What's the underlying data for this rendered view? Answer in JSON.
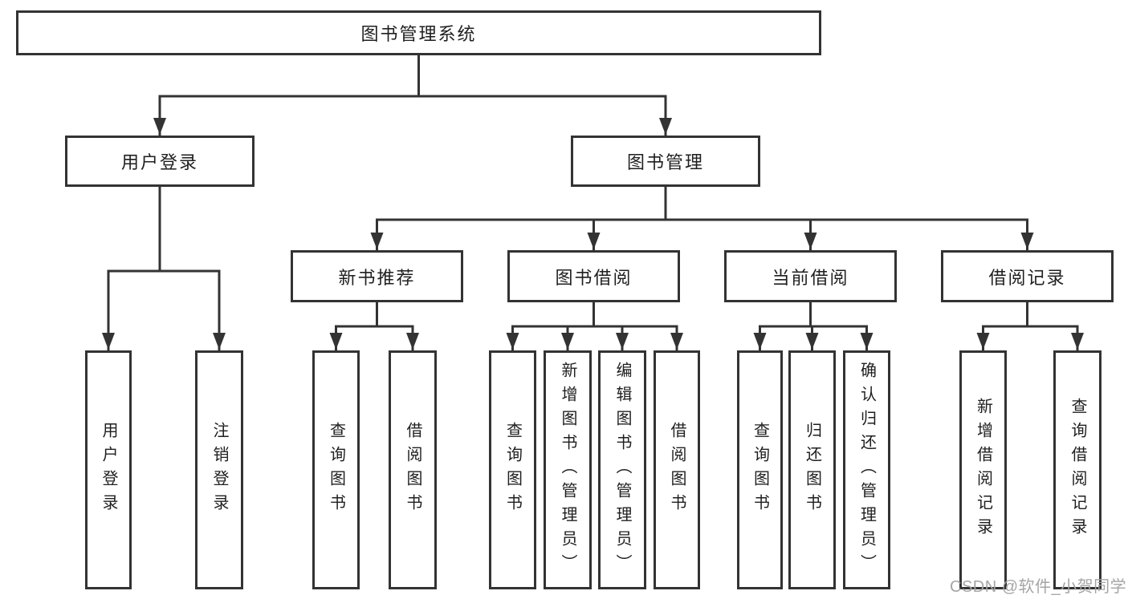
{
  "diagram": {
    "title": "图书管理系统",
    "level2": [
      {
        "label": "用户登录"
      },
      {
        "label": "图书管理"
      }
    ],
    "level3": [
      {
        "label": "新书推荐"
      },
      {
        "label": "图书借阅"
      },
      {
        "label": "当前借阅"
      },
      {
        "label": "借阅记录"
      }
    ],
    "leaves": [
      {
        "label": "用户登录"
      },
      {
        "label": "注销登录"
      },
      {
        "label": "查询图书"
      },
      {
        "label": "借阅图书"
      },
      {
        "label": "查询图书"
      },
      {
        "label": "新增图书（管理员）"
      },
      {
        "label": "编辑图书（管理员）"
      },
      {
        "label": "借阅图书"
      },
      {
        "label": "查询图书"
      },
      {
        "label": "归还图书"
      },
      {
        "label": "确认归还（管理员）"
      },
      {
        "label": "新增借阅记录"
      },
      {
        "label": "查询借阅记录"
      }
    ],
    "watermark": "CSDN @软件_小贺同学",
    "colors": {
      "line": "#333333",
      "box_border": "#333333",
      "box_fill": "#ffffff",
      "text": "#1f1f1f",
      "watermark": "#a5a5a5"
    }
  }
}
